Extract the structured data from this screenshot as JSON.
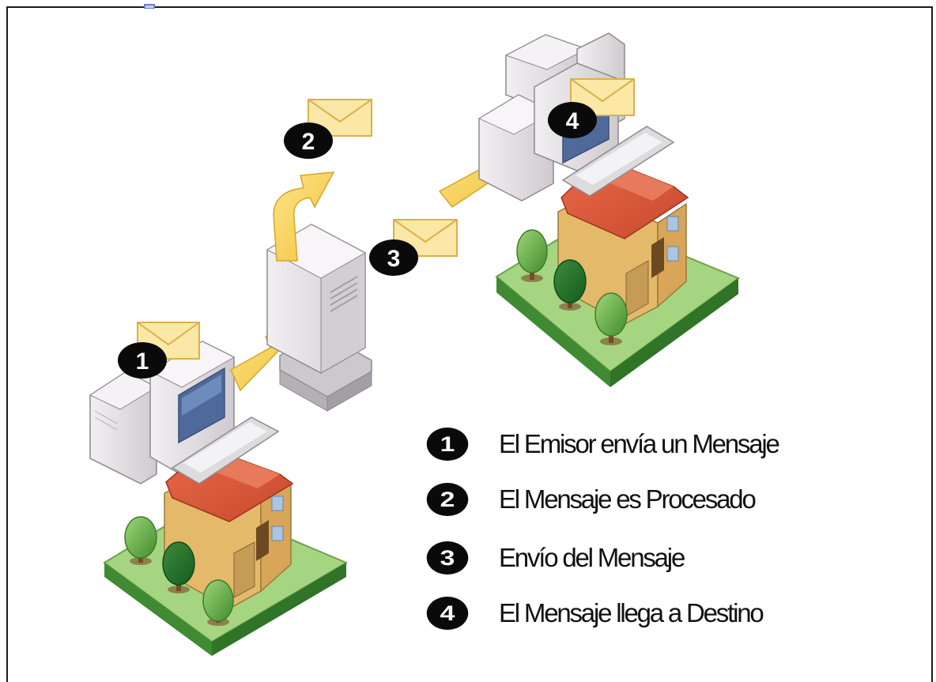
{
  "steps": [
    {
      "number": "1",
      "label": "El Emisor envía un Mensaje"
    },
    {
      "number": "2",
      "label": "El Mensaje es Procesado"
    },
    {
      "number": "3",
      "label": "Envío del Mensaje"
    },
    {
      "number": "4",
      "label": "El Mensaje llega a Destino"
    }
  ],
  "colors": {
    "border": "#1a1a1a",
    "badge": "#0a0a0a",
    "envelope_fill": "#fbe8a6",
    "envelope_stroke": "#d9b14a",
    "arrow": "#f5cf4a",
    "roof": "#d9573a",
    "wall": "#e2b86a",
    "ground": "#9ccf7a",
    "server": "#e4e1e4",
    "tree": "#5fae3f"
  },
  "icons": [
    "sender-house-icon",
    "sender-computer-icon",
    "mail-server-icon",
    "receiver-house-icon",
    "receiver-computer-icon",
    "envelope-icon",
    "arrow-icon",
    "tree-icon"
  ]
}
